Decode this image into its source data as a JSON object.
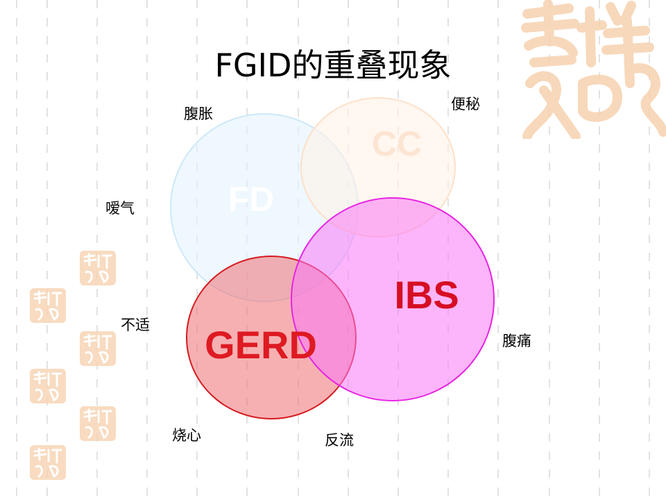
{
  "slide": {
    "title": "FGID的重叠现象"
  },
  "circles": {
    "fd": {
      "label": "FD",
      "fill": "#e3f3fd",
      "stroke": "#cde8f8",
      "label_color": "#ffffff"
    },
    "cc": {
      "label": "CC",
      "fill": "#fff1e6",
      "stroke": "#fde0c8",
      "label_color": "#fde4d2"
    },
    "ibs": {
      "label": "IBS",
      "fill": "#f9a8f7",
      "stroke": "#e625e2",
      "label_color": "#d60e24"
    },
    "gerd": {
      "label": "GERD",
      "fill": "#ef6f72",
      "stroke": "#d61a1f",
      "label_color": "#de1a22"
    }
  },
  "symptoms": {
    "bloating": "腹胀",
    "constipation": "便秘",
    "belching": "嗳气",
    "discomfort": "不适",
    "abdominal_pain": "腹痛",
    "heartburn": "烧心",
    "reflux": "反流"
  },
  "decor": {
    "seal_icon": "auspicious-seal-icon",
    "seal_color": "#f6d2b0"
  }
}
